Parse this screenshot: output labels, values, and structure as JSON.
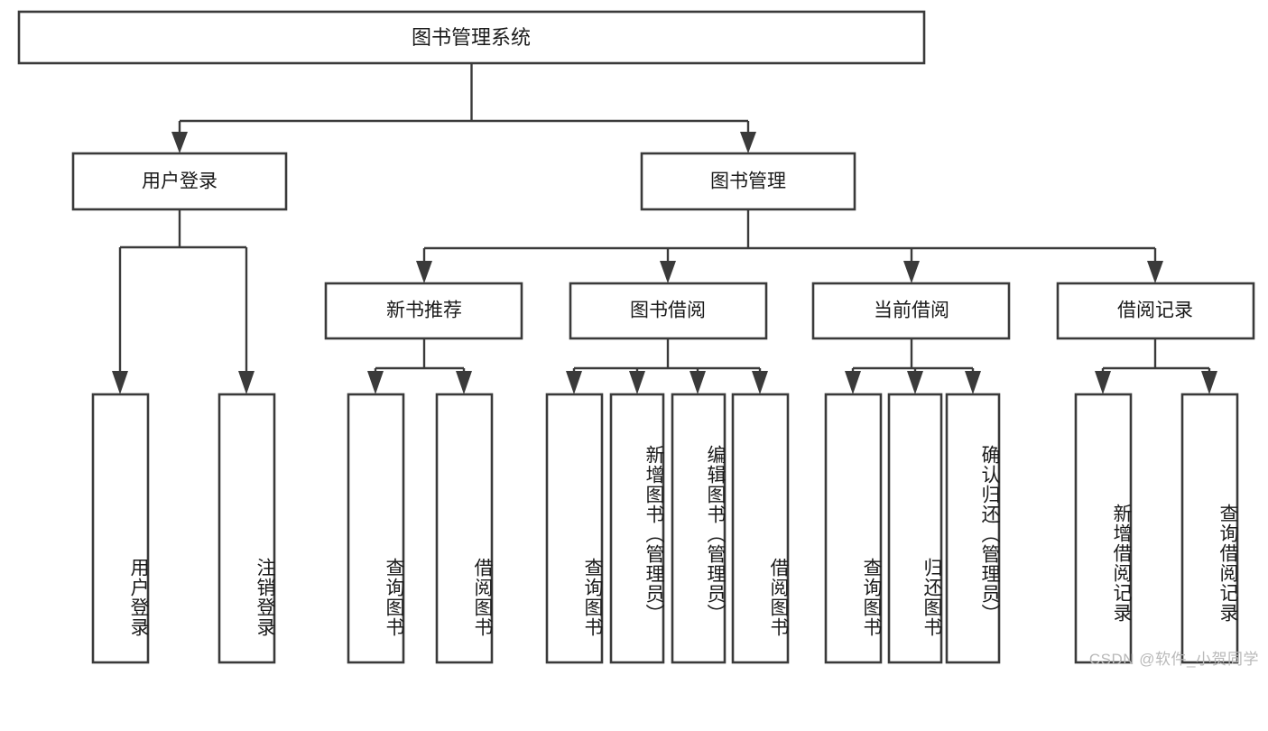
{
  "diagram": {
    "type": "tree-hierarchy",
    "title": "图书管理系统",
    "orientation": "top-down",
    "colors": {
      "box_fill": "#ffffff",
      "box_stroke": "#3a3a3a",
      "text": "#1a1a1a",
      "background": "#ffffff",
      "watermark": "#b9b9b9"
    },
    "root": {
      "id": "root",
      "label": "图书管理系统",
      "level": 0
    },
    "level1": [
      {
        "id": "user-login",
        "label": "用户登录",
        "level": 1
      },
      {
        "id": "book-management",
        "label": "图书管理",
        "level": 1
      }
    ],
    "level2": [
      {
        "id": "new-book-recommend",
        "label": "新书推荐",
        "level": 2,
        "parent": "book-management"
      },
      {
        "id": "book-borrow",
        "label": "图书借阅",
        "level": 2,
        "parent": "book-management"
      },
      {
        "id": "current-borrow",
        "label": "当前借阅",
        "level": 2,
        "parent": "book-management"
      },
      {
        "id": "borrow-records",
        "label": "借阅记录",
        "level": 2,
        "parent": "book-management"
      }
    ],
    "leaves": [
      {
        "id": "leaf-user-login",
        "label": "用户登录",
        "parent": "user-login"
      },
      {
        "id": "leaf-user-logout",
        "label": "注销登录",
        "parent": "user-login"
      },
      {
        "id": "leaf-query-book-1",
        "label": "查询图书",
        "parent": "new-book-recommend"
      },
      {
        "id": "leaf-borrow-book-1",
        "label": "借阅图书",
        "parent": "new-book-recommend"
      },
      {
        "id": "leaf-query-book-2",
        "label": "查询图书",
        "parent": "book-borrow"
      },
      {
        "id": "leaf-add-book",
        "label": "新增图书（管理员）",
        "parent": "book-borrow"
      },
      {
        "id": "leaf-edit-book",
        "label": "编辑图书（管理员）",
        "parent": "book-borrow"
      },
      {
        "id": "leaf-borrow-book-2",
        "label": "借阅图书",
        "parent": "book-borrow"
      },
      {
        "id": "leaf-query-book-3",
        "label": "查询图书",
        "parent": "current-borrow"
      },
      {
        "id": "leaf-return-book",
        "label": "归还图书",
        "parent": "current-borrow"
      },
      {
        "id": "leaf-confirm-return",
        "label": "确认归还（管理员）",
        "parent": "current-borrow"
      },
      {
        "id": "leaf-add-record",
        "label": "新增借阅记录",
        "parent": "borrow-records"
      },
      {
        "id": "leaf-query-record",
        "label": "查询借阅记录",
        "parent": "borrow-records"
      }
    ],
    "watermark": "CSDN @软件_小贺同学"
  }
}
